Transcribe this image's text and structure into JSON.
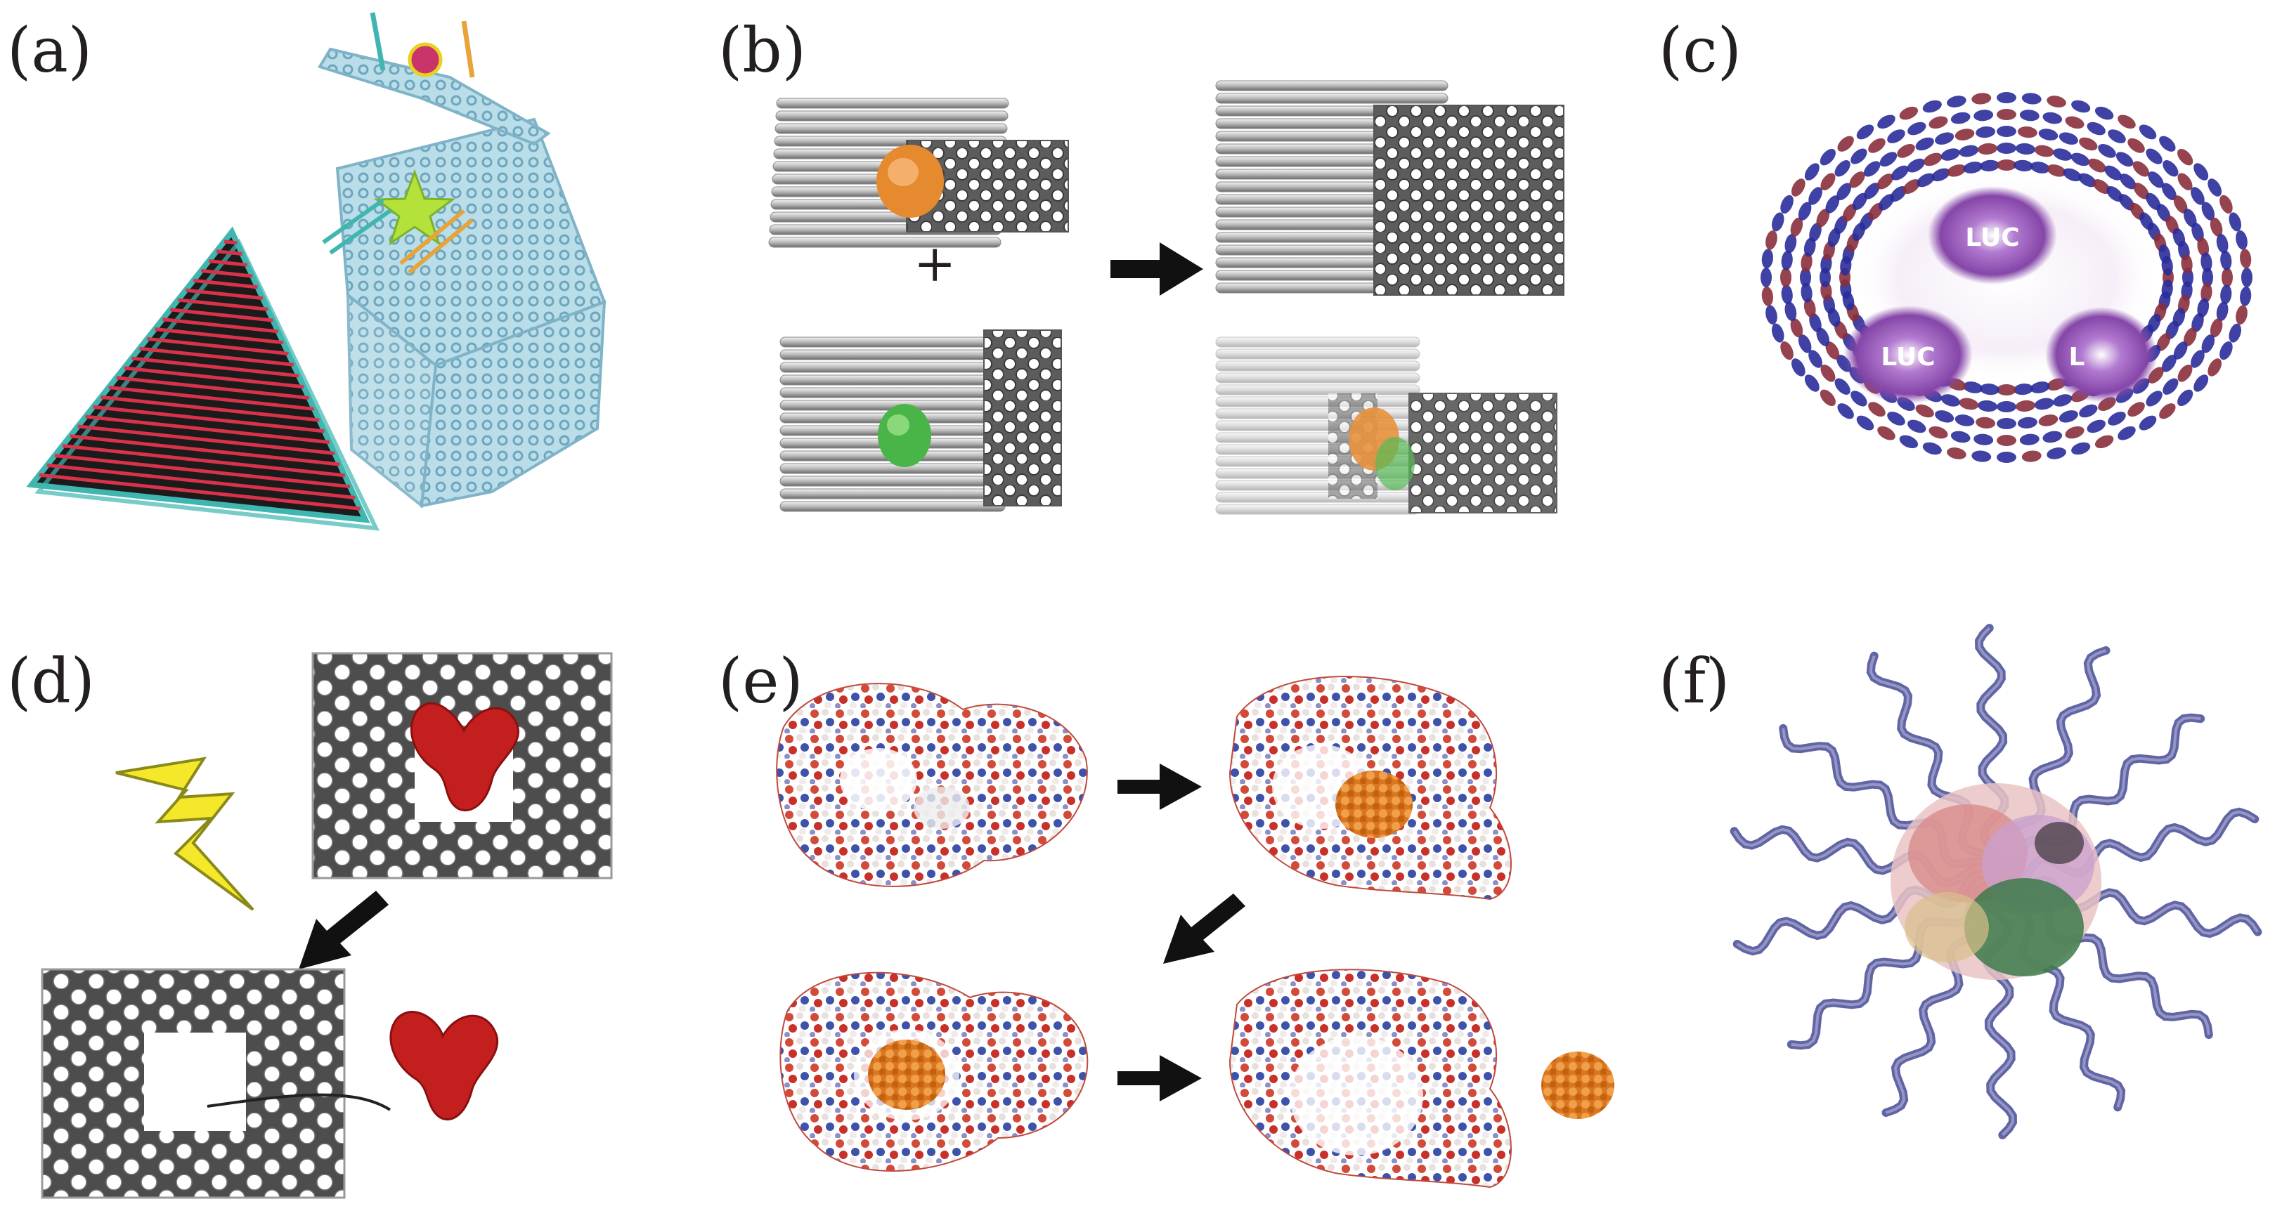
{
  "panels": [
    {
      "id": "a",
      "label": "(a)"
    },
    {
      "id": "b",
      "label": "(b)",
      "operator": "+"
    },
    {
      "id": "c",
      "label": "(c)",
      "enzyme_labels": [
        "LUC",
        "LUC",
        "L"
      ]
    },
    {
      "id": "d",
      "label": "(d)"
    },
    {
      "id": "e",
      "label": "(e)"
    },
    {
      "id": "f",
      "label": "(f)"
    }
  ],
  "colors": {
    "dna_red": "#d8334a",
    "dna_dark": "#1b1b1b",
    "dna_teal": "#3fb7b0",
    "box_lightblue": "#a9d3e2",
    "cargo_orange": "#e58a2e",
    "cargo_green": "#49b548",
    "protein_red": "#c41f1f",
    "helix_blue": "#2a2e9a",
    "luc_purple": "#9c5fc0",
    "lightning_yellow": "#f5e82a",
    "arrow_black": "#111111"
  }
}
